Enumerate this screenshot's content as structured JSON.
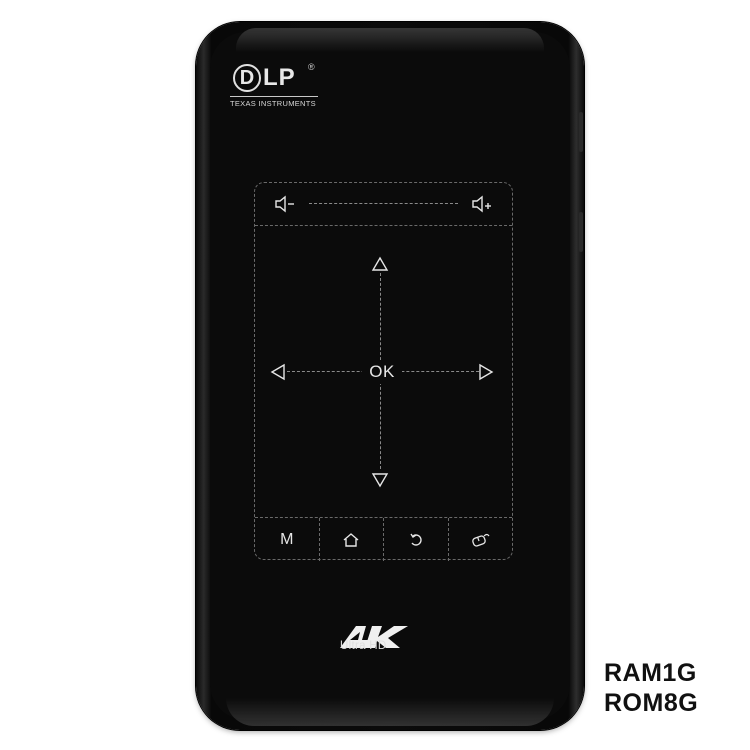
{
  "logo": {
    "letter": "D",
    "text": "LP",
    "registered": "®",
    "maker": "TEXAS INSTRUMENTS"
  },
  "touchpad": {
    "volume_down_icon": "speaker-minus",
    "volume_up_icon": "speaker-plus",
    "center_label": "OK",
    "buttons": [
      {
        "label": "M",
        "icon": "menu"
      },
      {
        "label": "",
        "icon": "home"
      },
      {
        "label": "",
        "icon": "back"
      },
      {
        "label": "",
        "icon": "mouse"
      }
    ]
  },
  "badge": {
    "main": "4K",
    "sub": "Ultra HD"
  },
  "specs": {
    "ram": "RAM1G",
    "rom": "ROM8G"
  }
}
